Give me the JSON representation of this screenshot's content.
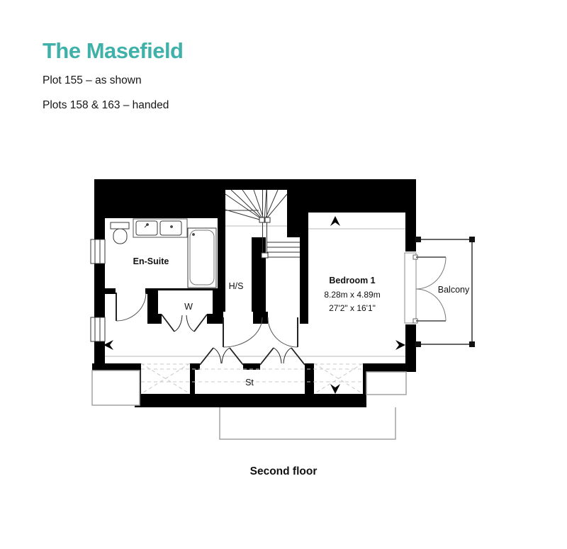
{
  "colors": {
    "accent": "#3FB1A9",
    "wall": "#000000"
  },
  "header": {
    "title": "The Masefield",
    "plot_line1": "Plot 155 – as shown",
    "plot_line2": "Plots 158 & 163 – handed"
  },
  "floorplan": {
    "caption": "Second floor",
    "labels": {
      "ensuite": "En-Suite",
      "wardrobe": "W",
      "hot_water_store": "H/S",
      "store": "St",
      "balcony": "Balcony",
      "bedroom1": {
        "name": "Bedroom 1",
        "size_metric": "8.28m x 4.89m",
        "size_imperial": "27'2\" x 16'1\""
      }
    }
  }
}
